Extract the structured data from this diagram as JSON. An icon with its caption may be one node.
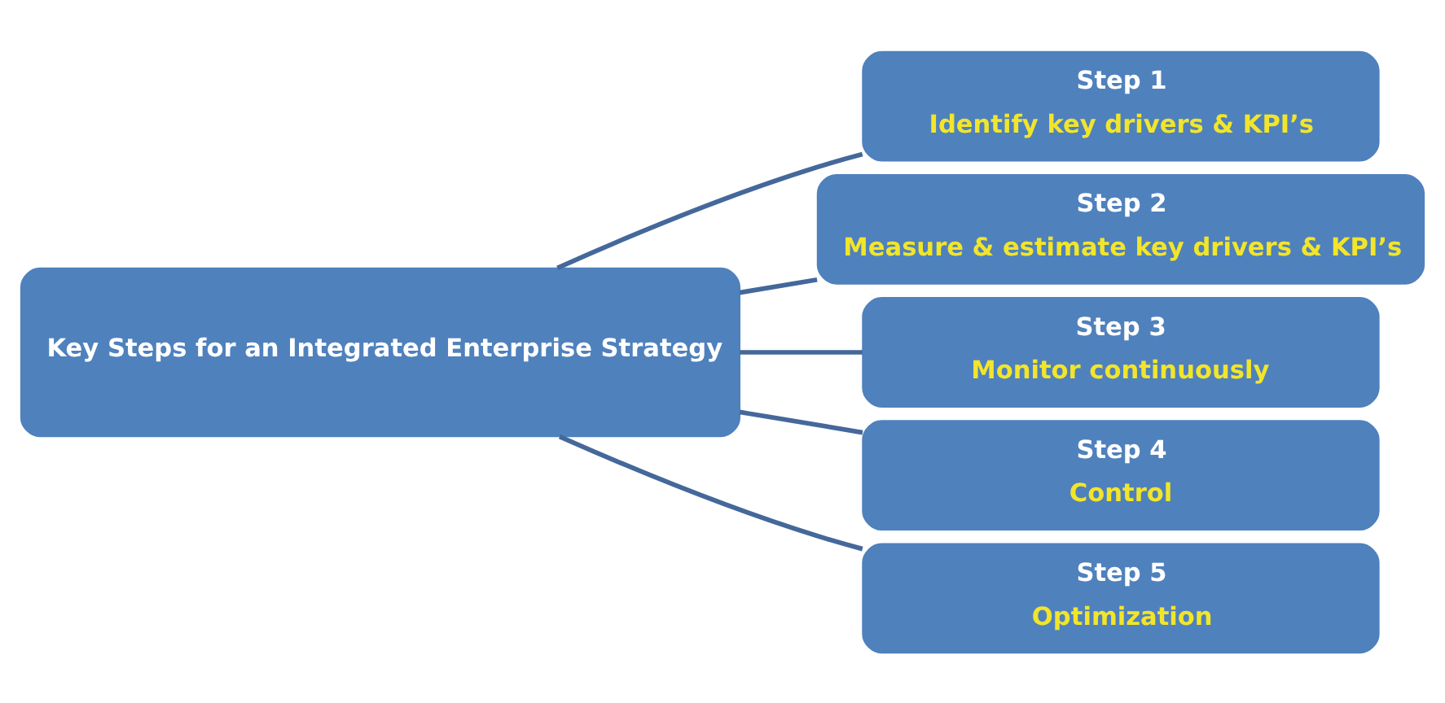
{
  "diagram": {
    "nodes": [
      {
        "text": [
          "Key Steps for an Integrated Enterprise Strategy"
        ]
      },
      {
        "text": [
          "Step 1",
          "Identify key drivers & KPI’s"
        ]
      },
      {
        "text": [
          "Step 2",
          "Measure & estimate key drivers & KPI’s"
        ]
      },
      {
        "text": [
          "Step 3",
          "Monitor continuously"
        ]
      },
      {
        "text": [
          "Step 4",
          "Control"
        ]
      },
      {
        "text": [
          "Step 5",
          "Optimization"
        ]
      }
    ],
    "edges": [
      {
        "from": 0,
        "to": 1,
        "arrow": "none"
      },
      {
        "from": 0,
        "to": 2,
        "arrow": "none"
      },
      {
        "from": 0,
        "to": 3,
        "arrow": "none"
      },
      {
        "from": 0,
        "to": 4,
        "arrow": "none"
      },
      {
        "from": 0,
        "to": 5,
        "arrow": "none"
      }
    ]
  }
}
